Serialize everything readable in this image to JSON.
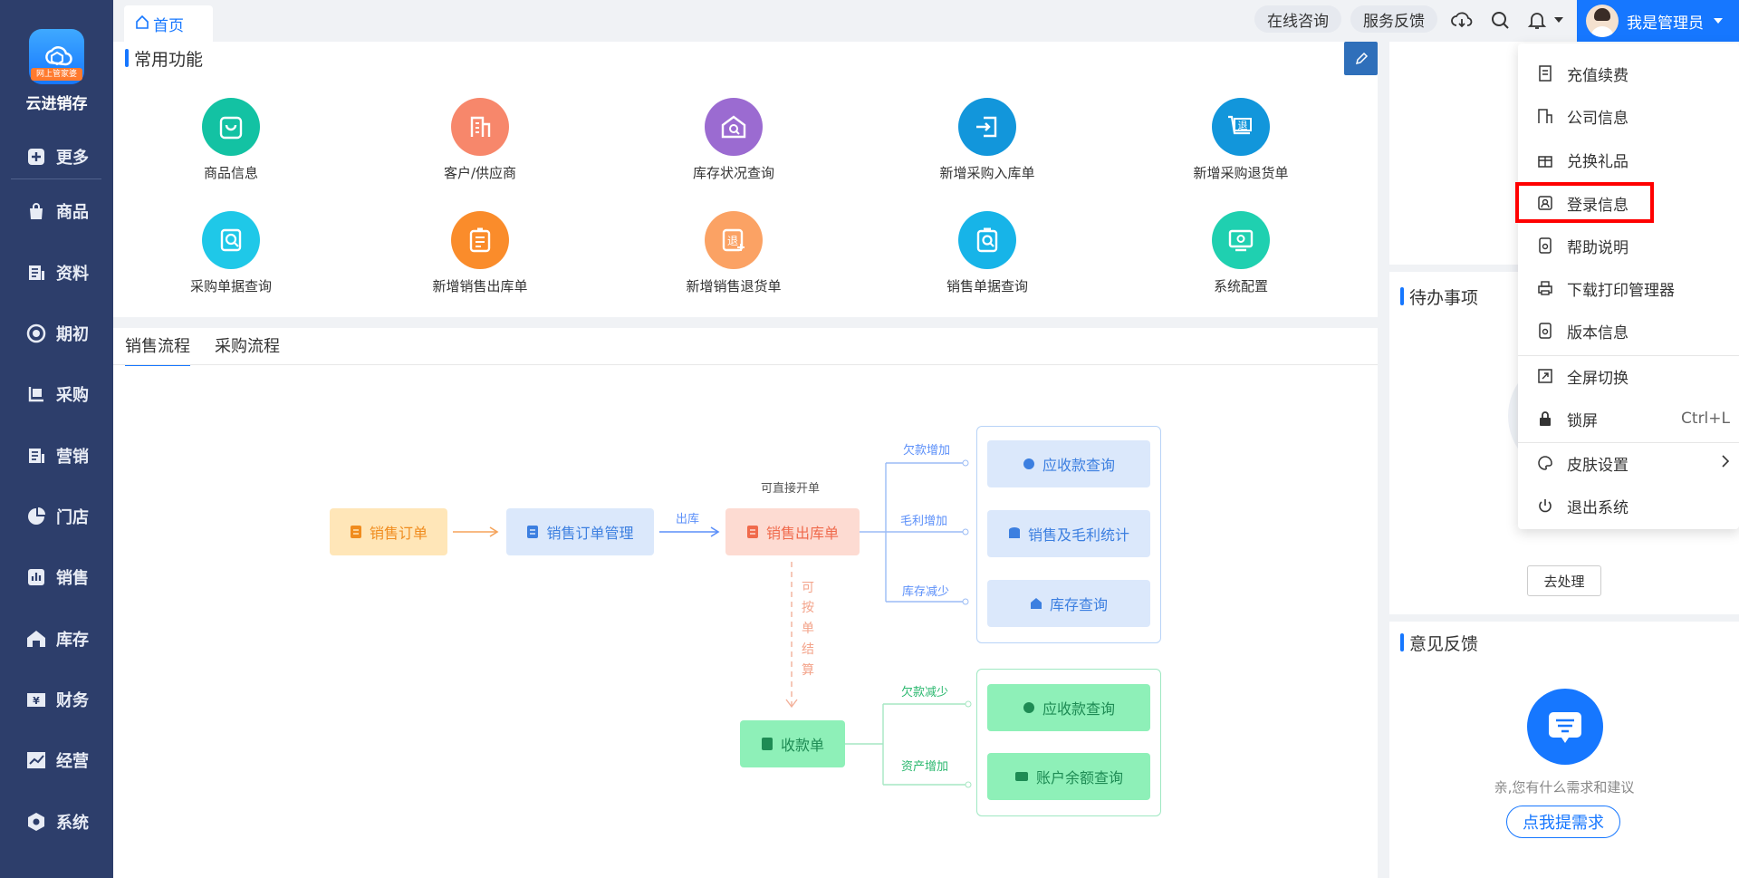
{
  "app": {
    "name": "云进销存",
    "logo_badge": "网上管家婆"
  },
  "sidebar": {
    "items": [
      {
        "label": "更多",
        "icon": "plus-square-icon"
      },
      {
        "label": "商品",
        "icon": "shopping-bag-icon"
      },
      {
        "label": "资料",
        "icon": "document-icon"
      },
      {
        "label": "期初",
        "icon": "target-icon"
      },
      {
        "label": "采购",
        "icon": "cart-icon"
      },
      {
        "label": "营销",
        "icon": "document-icon"
      },
      {
        "label": "门店",
        "icon": "pie-icon"
      },
      {
        "label": "销售",
        "icon": "bar-chart-icon"
      },
      {
        "label": "库存",
        "icon": "warehouse-icon"
      },
      {
        "label": "财务",
        "icon": "yen-icon"
      },
      {
        "label": "经营",
        "icon": "trend-icon"
      },
      {
        "label": "系统",
        "icon": "hexagon-icon"
      }
    ]
  },
  "topbar": {
    "home_tab": "首页",
    "consult": "在线咨询",
    "feedback": "服务反馈",
    "user": "我是管理员"
  },
  "common": {
    "title": "常用功能",
    "items": [
      {
        "label": "商品信息",
        "color": "#13c2a3"
      },
      {
        "label": "客户/供应商",
        "color": "#f7876b"
      },
      {
        "label": "库存状况查询",
        "color": "#9b6bd1"
      },
      {
        "label": "新增采购入库单",
        "color": "#1296db"
      },
      {
        "label": "新增采购退货单",
        "color": "#1296db"
      },
      {
        "label": "采购单据查询",
        "color": "#1fc8e8"
      },
      {
        "label": "新增销售出库单",
        "color": "#fa8c2b"
      },
      {
        "label": "新增销售退货单",
        "color": "#fba264"
      },
      {
        "label": "销售单据查询",
        "color": "#17b4e8"
      },
      {
        "label": "系统配置",
        "color": "#1fd0b0"
      }
    ]
  },
  "flow": {
    "tabs": [
      "销售流程",
      "采购流程"
    ],
    "sales_order": "销售订单",
    "order_mgmt": "销售订单管理",
    "out_label": "出库",
    "direct_label": "可直接开单",
    "sales_out": "销售出库单",
    "vertical_label": [
      "可",
      "按",
      "单",
      "结",
      "算"
    ],
    "receipt": "收款单",
    "upper_labels": [
      "欠款增加",
      "毛利增加",
      "库存减少"
    ],
    "upper_boxes": [
      "应收款查询",
      "销售及毛利统计",
      "库存查询"
    ],
    "lower_labels": [
      "欠款减少",
      "资产增加"
    ],
    "lower_boxes": [
      "应收款查询",
      "账户余额查询"
    ]
  },
  "todo": {
    "title": "待办事项",
    "button": "去处理"
  },
  "feedback_panel": {
    "title": "意见反馈",
    "text": "亲,您有什么需求和建议",
    "button": "点我提需求"
  },
  "dropdown": {
    "items": [
      {
        "label": "充值续费",
        "icon": "receipt-icon"
      },
      {
        "label": "公司信息",
        "icon": "building-icon"
      },
      {
        "label": "兑换礼品",
        "icon": "gift-icon"
      },
      {
        "label": "登录信息",
        "icon": "user-card-icon"
      },
      {
        "label": "帮助说明",
        "icon": "help-icon"
      },
      {
        "label": "下载打印管理器",
        "icon": "printer-icon"
      },
      {
        "label": "版本信息",
        "icon": "version-icon"
      },
      {
        "label": "全屏切换",
        "icon": "fullscreen-icon"
      },
      {
        "label": "锁屏",
        "icon": "lock-icon",
        "shortcut": "Ctrl+L"
      },
      {
        "label": "皮肤设置",
        "icon": "palette-icon"
      },
      {
        "label": "退出系统",
        "icon": "power-icon"
      }
    ]
  }
}
